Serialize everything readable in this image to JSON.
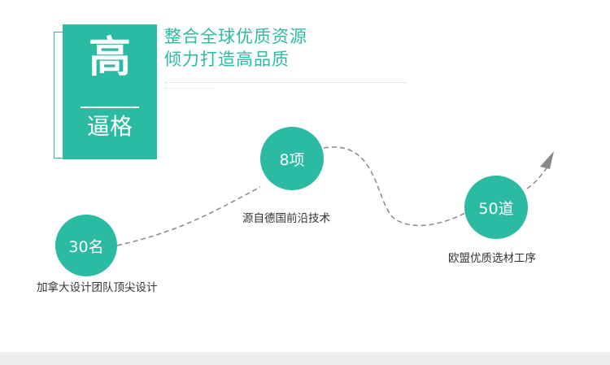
{
  "badge": {
    "big_char": "高",
    "sub_text": "逼格"
  },
  "headline": {
    "line1": "整合全球优质资源",
    "line2": "倾力打造高品质"
  },
  "milestones": [
    {
      "value": "30名",
      "caption": "加拿大设计团队顶尖设计"
    },
    {
      "value": "8项",
      "caption": "源自德国前沿技术"
    },
    {
      "value": "50道",
      "caption": "欧盟优质选材工序"
    }
  ],
  "colors": {
    "accent": "#2bbba3",
    "path": "#888888",
    "text": "#333333"
  },
  "icons": {
    "path_end": "arrow-head-icon"
  }
}
